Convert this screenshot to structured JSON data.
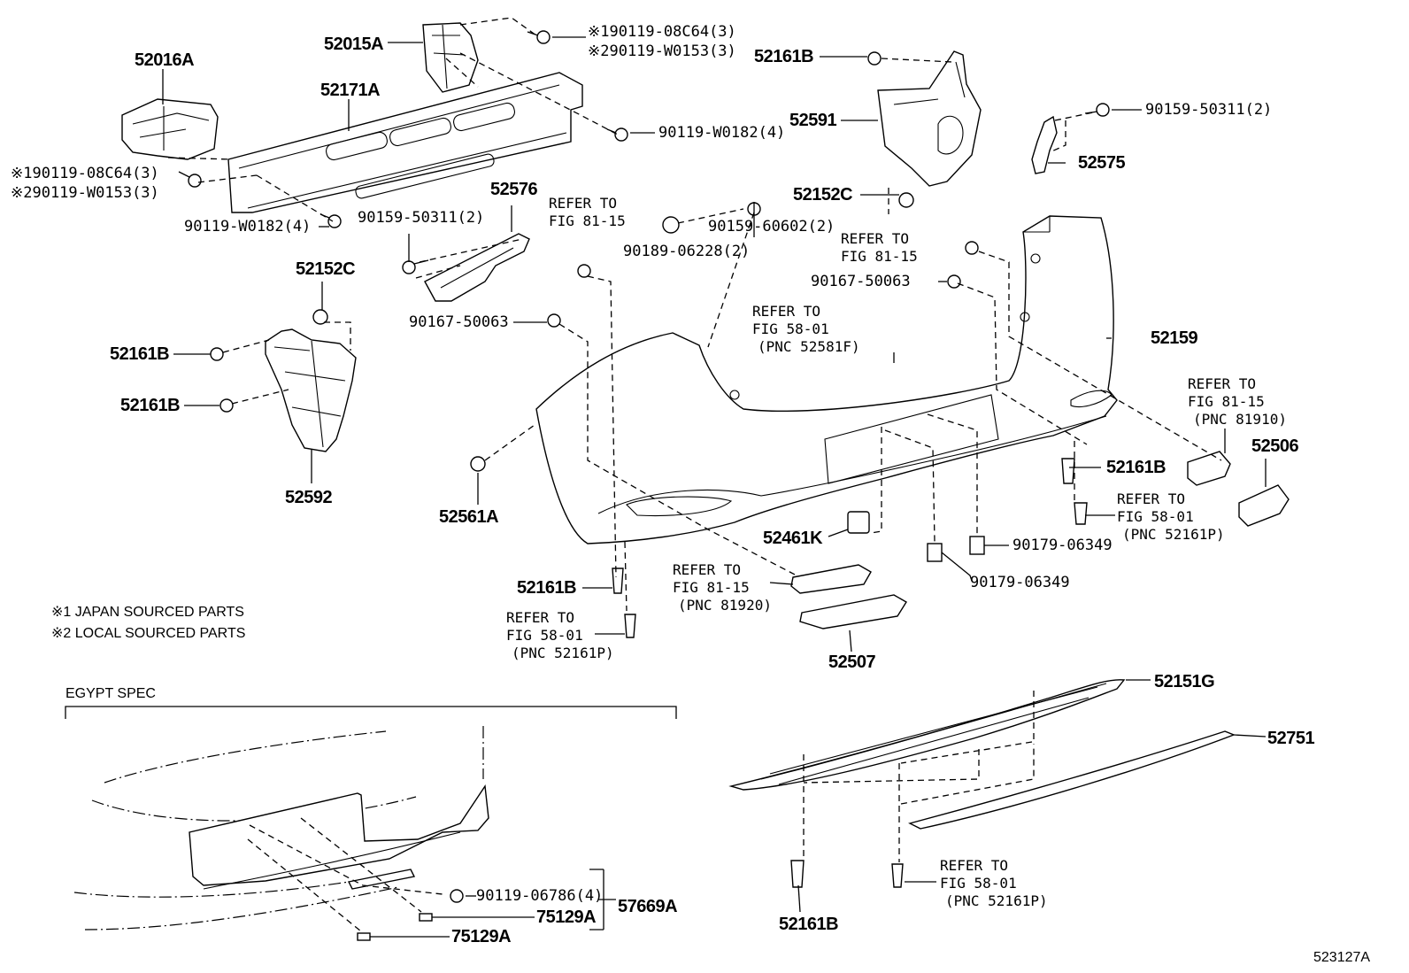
{
  "figure_id": "523127A",
  "notes": {
    "note1": "※1 JAPAN SOURCED PARTS",
    "note2": "※2 LOCAL SOURCED PARTS"
  },
  "sections": {
    "egypt_spec": "EGYPT SPEC"
  },
  "callouts": {
    "p52016A": "52016A",
    "p52015A": "52015A",
    "p52171A": "52171A",
    "p52161B_top": "52161B",
    "p52591": "52591",
    "p52575": "52575",
    "p52152C_right": "52152C",
    "p52576": "52576",
    "p52152C_left": "52152C",
    "p52161B_l1": "52161B",
    "p52161B_l2": "52161B",
    "p52592": "52592",
    "p52159": "52159",
    "p52561A": "52561A",
    "p52461K": "52461K",
    "p52161B_mid": "52161B",
    "p52161B_right": "52161B",
    "p52506": "52506",
    "p52507": "52507",
    "p52151G": "52151G",
    "p52751": "52751",
    "p52161B_bottom": "52161B",
    "p57669A": "57669A",
    "p75129A_1": "75129A",
    "p75129A_2": "75129A"
  },
  "fasteners": {
    "f_top1": "※190119-08C64(3)",
    "f_top2": "※290119-W0153(3)",
    "f_left1": "※190119-08C64(3)",
    "f_left2": "※290119-W0153(3)",
    "f_0182a": "90119-W0182(4)",
    "f_0182b": "90119-W0182(4)",
    "f_50311a": "90159-50311(2)",
    "f_50311b": "90159-50311(2)",
    "f_60602": "90159-60602(2)",
    "f_06228": "90189-06228(2)",
    "f_50063a": "90167-50063",
    "f_50063b": "90167-50063",
    "f_06349a": "90179-06349",
    "f_06349b": "90179-06349",
    "f_06786": "90119-06786(4)"
  },
  "references": {
    "r1": [
      "REFER TO",
      "FIG 81-15"
    ],
    "r2": [
      "REFER TO",
      "FIG 81-15"
    ],
    "r3": [
      "REFER TO",
      "FIG 58-01",
      "(PNC 52581F)"
    ],
    "r4": [
      "REFER TO",
      "FIG 81-15",
      "(PNC 81910)"
    ],
    "r5": [
      "REFER TO",
      "FIG 58-01",
      "(PNC 52161P)"
    ],
    "r6": [
      "REFER TO",
      "FIG 81-15",
      "(PNC 81920)"
    ],
    "r7": [
      "REFER TO",
      "FIG 58-01",
      "(PNC 52161P)"
    ],
    "r8": [
      "REFER TO",
      "FIG 58-01",
      "(PNC 52161P)"
    ]
  }
}
